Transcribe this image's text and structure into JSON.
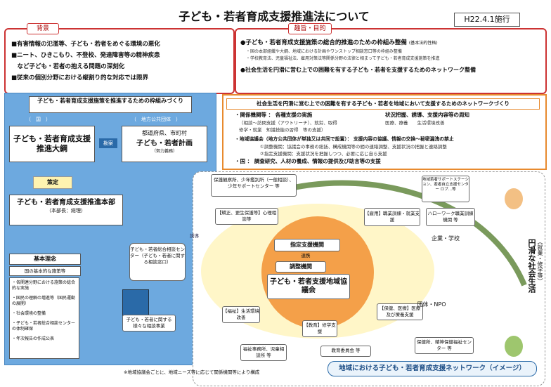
{
  "title": "子ども・若者育成支援推進法について",
  "date_badge": "H22.4.1施行",
  "background": {
    "tab": "背景",
    "items": [
      "■有害情報の氾濫等、子ども・若者をめぐる環境の悪化",
      "■ニート、ひきこもり、不登校、発達障害等の精神疾患",
      "　など子ども・若者の抱える問題の深刻化",
      "■従来の個別分野における縦割り的な対応では限界"
    ]
  },
  "purpose": {
    "tab": "趣旨・目的",
    "item1": "●子ども・若者育成支援施策の総合的推進のための枠組み整備",
    "item1_note": "(基本法的性格)",
    "item1_subs": [
      "・国の本部組織や大綱、地域における計画やワンストップ相談窓口等の枠組み整備",
      "・学校教育法、児童福祉法、雇用対策法等関係分野の法律と相まって子ども・若者育成支援施策を推進"
    ],
    "item2": "●社会生活を円滑に営む上での困難を有する子ども・若者を支援するためのネットワーク整備"
  },
  "left_panel": {
    "header": "子ども・若者育成支援施策を推進するための枠組みづくり",
    "national_label": "（　国　）",
    "local_label": "（　地方公共団体　）",
    "taiko": "子ども・若者育成支援推進大綱",
    "kanan": "勘案",
    "plan_title": "都道府県、市町村",
    "plan_name": "子ども・若者計画",
    "plan_note": "（努力義務）",
    "sakutei": "策定",
    "honbu": "子ども・若者育成支援推進本部",
    "honbu_note": "（本部長：総理）",
    "principles": "基本理念",
    "policies_header": "国の基本的な施策等",
    "policies": [
      "・各関連分野における施策の総合的な実施",
      "・国民の理解の増進等（国民運動の展開）",
      "・社会環境の整備",
      "・子ども・若者総合相談センターの体制確保",
      "・年次報告の作成公表"
    ]
  },
  "network_box": {
    "header": "社会生活を円滑に営む上での困難を有する子ども・若者を地域において支援するためのネットワークづくり",
    "lines": [
      "・関係機関等 ： 各種支援の実施",
      "状況把握、誘導、支援内容等の周知",
      "（相談～訪問支援（アウトリーチ）、就労、取得",
      "医療、療養　　生活環境改善",
      "修学・就業　知識技能の習得　等の支援）",
      "・地域協議会（地方公共団体が単独又は共同で設置）： 支援内容の協議、情報の交換～秘密漏洩の禁止",
      "①調整機関：協議会の事務の総括、構成機関等の間の連絡調整、支援状況の把握と連絡調整",
      "②指定支援機関：支援状況を把握しつつ、必要に応じ自ら支援",
      "・国 ： 調査研究、人材の養成、情報の提供及び助言等の支援"
    ]
  },
  "diagram": {
    "hogo": "保護観察所、少年鑑別所（一般相談）、少年サポートセンター 等",
    "shinri": "【矯正、更生保護等】心理相談等",
    "koyou": "【雇用】職業訓練・就業支援",
    "hello": "地域若者サポートステーション、若者自立支援センター ロブ…等",
    "hellowork": "ハローワーク職業訓練機関 等",
    "kigyou": "企業・学校",
    "shitei_kikan": "指定支援機関",
    "renkei": "連携",
    "chosei": "調整機関",
    "kyogikai": "子ども・若者支援地域協議会",
    "center": "子ども・若者総合相談センター（子ども・若者に関する相談窓口）",
    "soudan": "子ども・若者に関する様々な相談事業",
    "fukushi": "【福祉】生活環境改善",
    "fukushi_sub": "福祉事務所、児童相談所 等",
    "kyoiku": "【教育】修学支援",
    "kyoiku_sub": "教育委員会 等",
    "hoken": "【保健、医療】医療及び療養支援",
    "hoken_sub": "保健所、精神保健福祉センター 等",
    "npo": "団体・NPO",
    "yuudou": "誘導",
    "vertical": "円滑な社会生活",
    "vertical_sub": "（就業・修学等）",
    "note": "※地域協議会ごとに、地域ニーズ等に応じて関係機関等により構成",
    "bottom_banner": "地域における子ども・若者育成支援ネットワーク（イメージ）"
  }
}
